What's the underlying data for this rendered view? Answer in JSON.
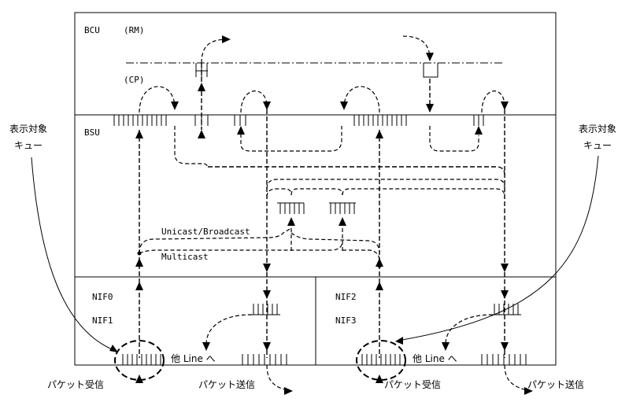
{
  "bcu": {
    "label": "BCU",
    "rm": "(RM)",
    "cp": "(CP)"
  },
  "bsu": {
    "label": "BSU"
  },
  "nif": {
    "nif0": "NIF0",
    "nif1": "NIF1",
    "nif2": "NIF2",
    "nif3": "NIF3"
  },
  "routing": {
    "unicast": "Unicast/Broadcast",
    "multicast": "Multicast"
  },
  "callouts": {
    "left_l1": "表示対象",
    "left_l2": "キュー",
    "right_l1": "表示対象",
    "right_l2": "キュー"
  },
  "bottom": {
    "recv_left": "パケット受信",
    "send_left": "パケット送信",
    "recv_right": "パケット受信",
    "send_right": "パケット送信",
    "other_left": "他 Line へ",
    "other_right": "他 Line へ"
  }
}
